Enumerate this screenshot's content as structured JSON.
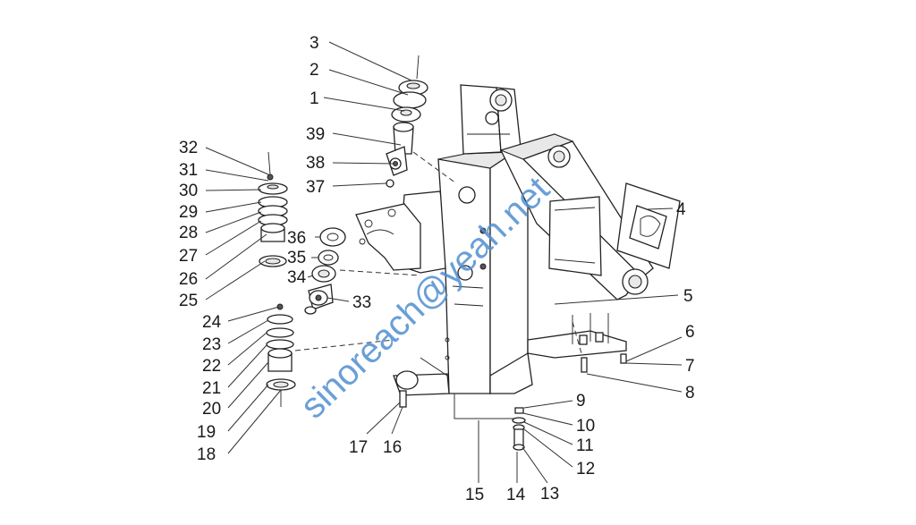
{
  "callouts": [
    {
      "n": "1"
    },
    {
      "n": "2"
    },
    {
      "n": "3"
    },
    {
      "n": "4"
    },
    {
      "n": "5"
    },
    {
      "n": "6"
    },
    {
      "n": "7"
    },
    {
      "n": "8"
    },
    {
      "n": "9"
    },
    {
      "n": "10"
    },
    {
      "n": "11"
    },
    {
      "n": "12"
    },
    {
      "n": "13"
    },
    {
      "n": "14"
    },
    {
      "n": "15"
    },
    {
      "n": "16"
    },
    {
      "n": "17"
    },
    {
      "n": "18"
    },
    {
      "n": "19"
    },
    {
      "n": "20"
    },
    {
      "n": "21"
    },
    {
      "n": "22"
    },
    {
      "n": "23"
    },
    {
      "n": "24"
    },
    {
      "n": "25"
    },
    {
      "n": "26"
    },
    {
      "n": "27"
    },
    {
      "n": "28"
    },
    {
      "n": "29"
    },
    {
      "n": "30"
    },
    {
      "n": "31"
    },
    {
      "n": "32"
    },
    {
      "n": "33"
    },
    {
      "n": "34"
    },
    {
      "n": "35"
    },
    {
      "n": "36"
    },
    {
      "n": "37"
    },
    {
      "n": "38"
    },
    {
      "n": "39"
    }
  ],
  "watermark": "sinoreach@yeah.net",
  "colors": {
    "ink": "#222222",
    "watermark": "#4f8fcf",
    "background": "#ffffff"
  }
}
